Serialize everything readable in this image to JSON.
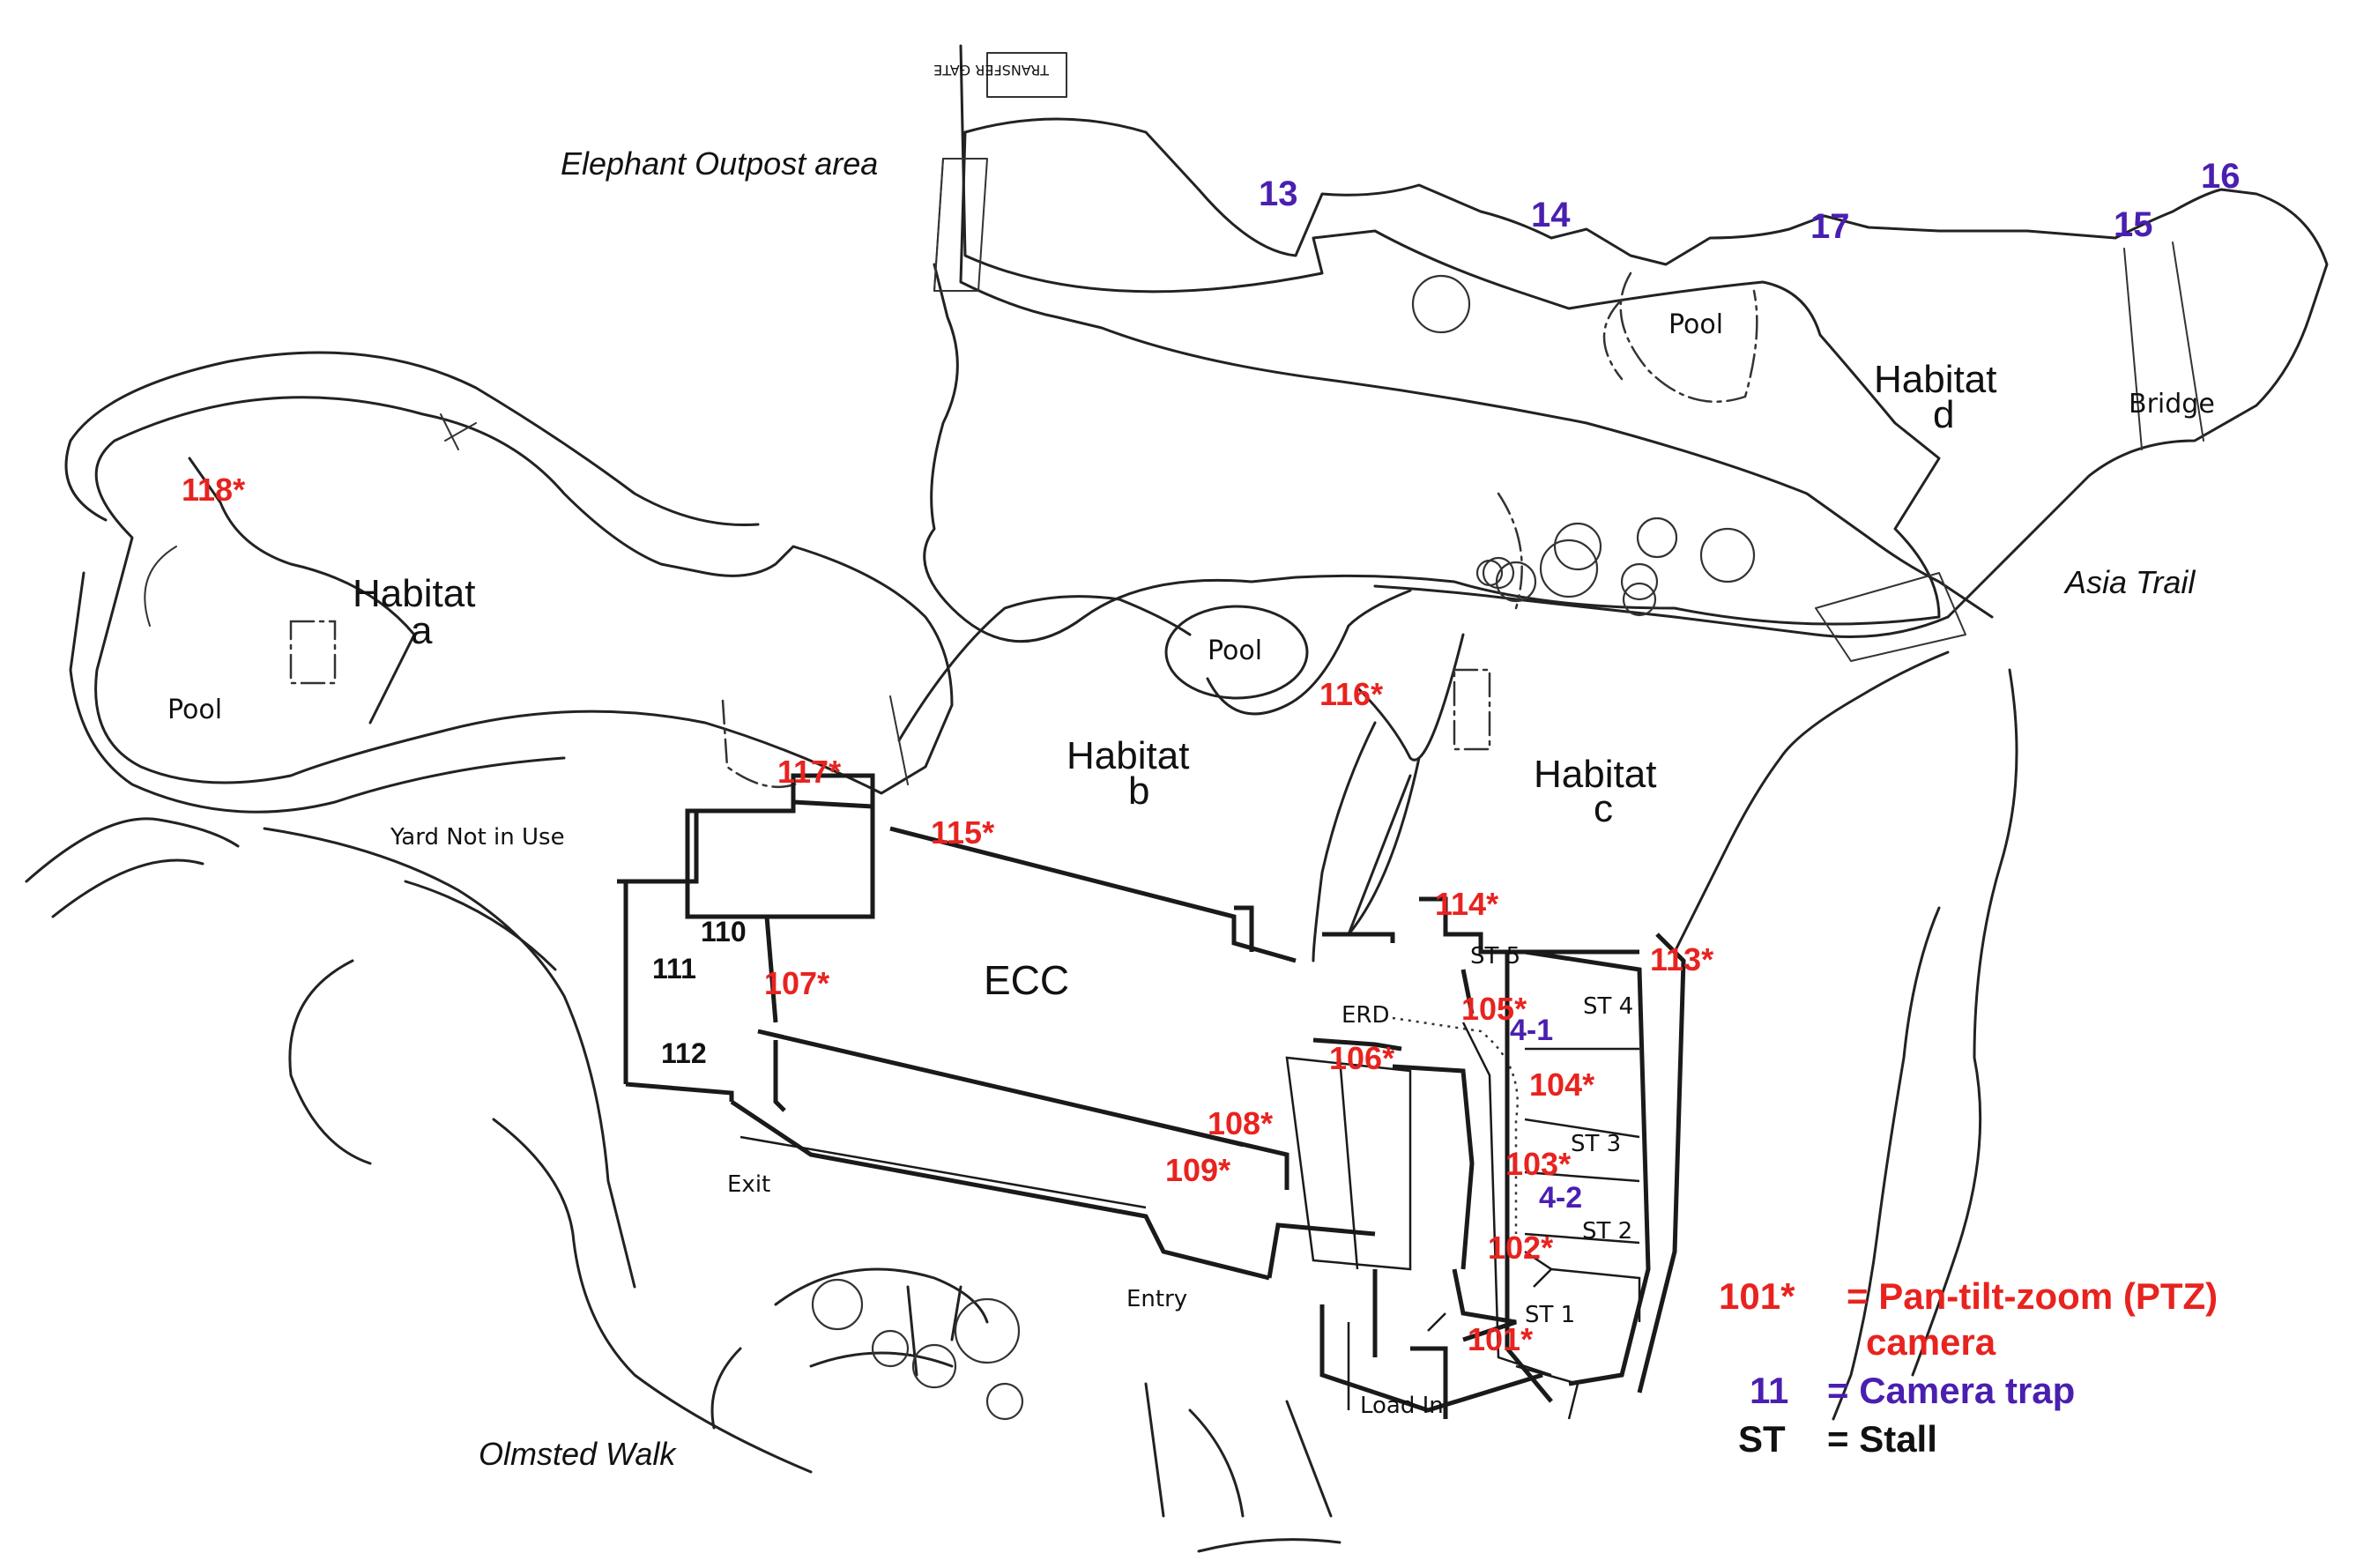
{
  "areas": {
    "elephant_outpost": "Elephant Outpost area",
    "asia_trail": "Asia Trail",
    "olmsted_walk": "Olmsted Walk"
  },
  "habitats": {
    "a": {
      "title": "Habitat",
      "letter": "a"
    },
    "b": {
      "title": "Habitat",
      "letter": "b"
    },
    "c": {
      "title": "Habitat",
      "letter": "c"
    },
    "d": {
      "title": "Habitat",
      "letter": "d"
    }
  },
  "features": {
    "pool_a": "Pool",
    "pool_b": "Pool",
    "pool_d": "Pool",
    "bridge": "Bridge",
    "yard_not_in_use": "Yard Not in Use",
    "ecc": "ECC",
    "erd": "ERD",
    "exit": "Exit",
    "entry": "Entry",
    "load_in": "Load In",
    "transfer_gate": "TRANSFER GATE"
  },
  "rooms": [
    "110",
    "111",
    "112"
  ],
  "ptz_cameras": [
    "118*",
    "117*",
    "116*",
    "115*",
    "114*",
    "113*",
    "107*",
    "106*",
    "105*",
    "104*",
    "103*",
    "102*",
    "101*",
    "108*",
    "109*"
  ],
  "camera_traps": [
    "13",
    "14",
    "17",
    "15",
    "16",
    "4-1",
    "4-2"
  ],
  "stalls": [
    "ST 5",
    "ST 4",
    "ST 3",
    "ST 2",
    "ST 1"
  ],
  "legend": {
    "ptz_key": "101*",
    "ptz_text_line1": "= Pan-tilt-zoom (PTZ)",
    "ptz_text_line2": "camera",
    "trap_key": "11",
    "trap_text": "= Camera trap",
    "stall_key": "ST",
    "stall_text": "= Stall"
  },
  "colors": {
    "ptz_camera": "#e8231f",
    "camera_trap": "#4a1fb0",
    "ink": "#222222"
  }
}
